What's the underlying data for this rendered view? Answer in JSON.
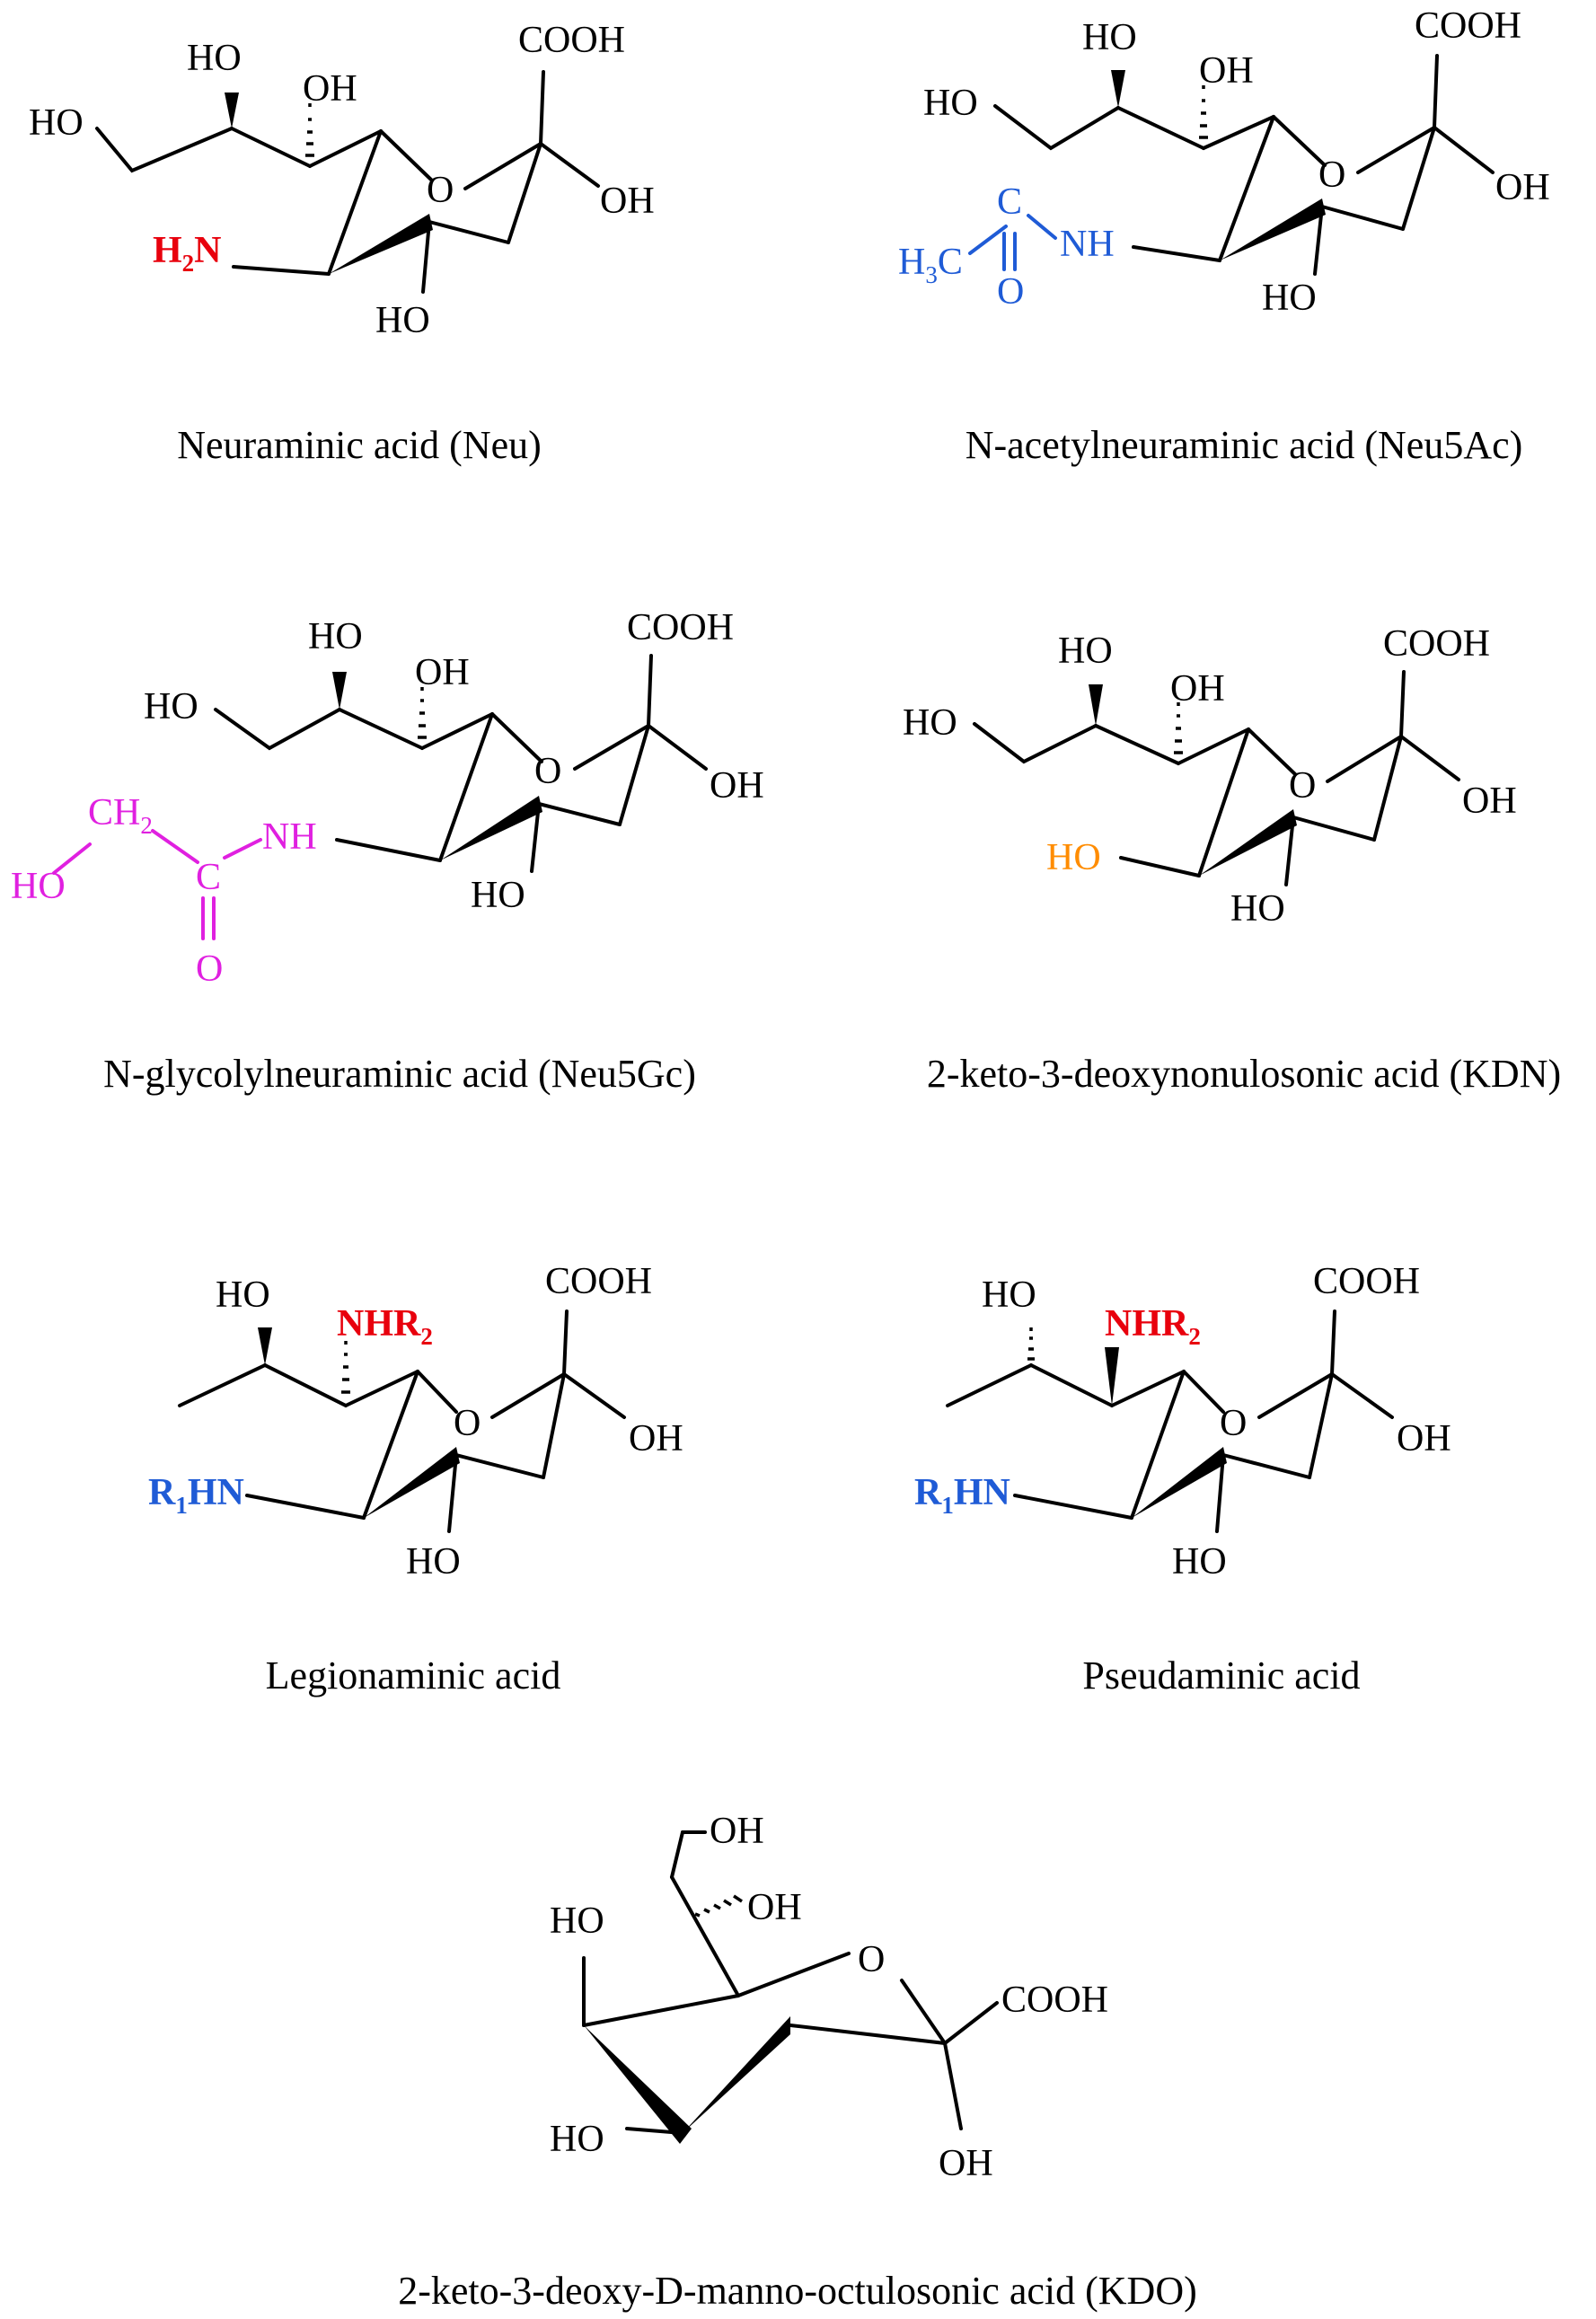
{
  "colors": {
    "bond": "#000000",
    "default_label": "#000000",
    "red": "#e8000d",
    "blue": "#1f5bd6",
    "magenta": "#e020e0",
    "orange": "#ff8c00"
  },
  "structures": [
    {
      "caption": "Neuraminic acid (Neu)",
      "labels": {
        "ho_top": "HO",
        "oh_mid": "OH",
        "ho_left": "HO",
        "cooh": "COOH",
        "ring_o": "O",
        "oh_right": "OH",
        "ho_bottom": "HO",
        "h": "H",
        "n_sub": "2",
        "n": "N"
      }
    },
    {
      "caption": "N-acetylneuraminic acid (Neu5Ac)",
      "labels": {
        "ho_top": "HO",
        "oh_mid": "OH",
        "ho_left": "HO",
        "cooh": "COOH",
        "ring_o": "O",
        "oh_right": "OH",
        "ho_bottom": "HO",
        "h": "H",
        "h_sub": "3",
        "c_methyl": "C",
        "c_carbonyl": "C",
        "o_carbonyl": "O",
        "nh": "NH"
      }
    },
    {
      "caption": "N-glycolylneuraminic acid (Neu5Gc)",
      "labels": {
        "ho_top": "HO",
        "oh_mid": "OH",
        "ho_left": "HO",
        "cooh": "COOH",
        "ring_o": "O",
        "oh_right": "OH",
        "ho_bottom": "HO",
        "ch": "CH",
        "ch_sub": "2",
        "ho_glycolyl": "HO",
        "c_carbonyl": "C",
        "o_carbonyl": "O",
        "nh": "NH"
      }
    },
    {
      "caption": "2-keto-3-deoxynonulosonic acid (KDN)",
      "labels": {
        "ho_top": "HO",
        "oh_mid": "OH",
        "ho_left": "HO",
        "cooh": "COOH",
        "ring_o": "O",
        "oh_right": "OH",
        "ho_bottom": "HO",
        "ho_c5": "HO"
      }
    },
    {
      "caption": "Legionaminic acid",
      "labels": {
        "ho_top": "HO",
        "nhr": "NHR",
        "nhr_sub": "2",
        "cooh": "COOH",
        "ring_o": "O",
        "oh_right": "OH",
        "ho_bottom": "HO",
        "r": "R",
        "r_sub": "1",
        "hn": "HN"
      }
    },
    {
      "caption": "Pseudaminic acid",
      "labels": {
        "ho_top": "HO",
        "nhr": "NHR",
        "nhr_sub": "2",
        "cooh": "COOH",
        "ring_o": "O",
        "oh_right": "OH",
        "ho_bottom": "HO",
        "r": "R",
        "r_sub": "1",
        "hn": "HN"
      }
    },
    {
      "caption": "2-keto-3-deoxy-D-manno-octulosonic acid (KDO)",
      "labels": {
        "oh_top": "OH",
        "oh_side": "OH",
        "ho_left": "HO",
        "ring_o": "O",
        "cooh": "COOH",
        "ho_bottom": "HO",
        "oh_bottom": "OH"
      }
    }
  ]
}
